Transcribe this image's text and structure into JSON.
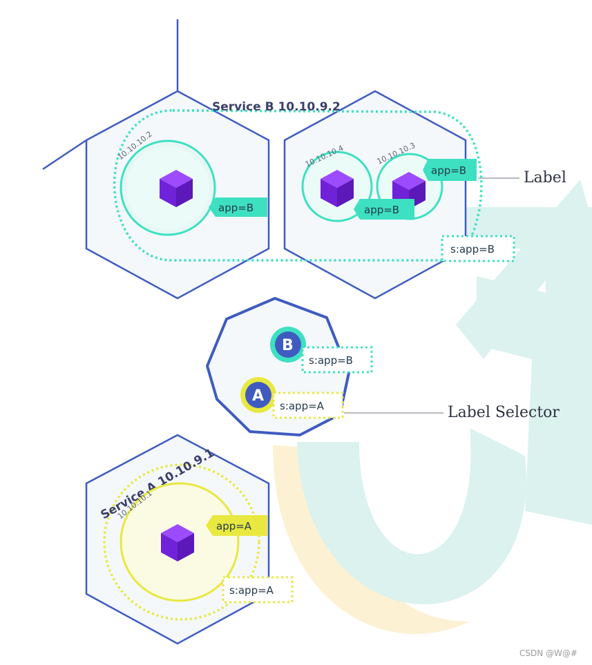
{
  "service_b": {
    "title": "Service B 10.10.9.2",
    "pod_ips": [
      "10.10.10.2",
      "10.10.10.4",
      "10.10.10.3"
    ],
    "pod_labels": [
      "app=B",
      "app=B",
      "app=B"
    ],
    "selector": "s:app=B"
  },
  "service_a": {
    "title": "Service A 10.10.9.1",
    "pod_ip": "10.10.10.1",
    "pod_label": "app=A",
    "selector": "s:app=A"
  },
  "control": {
    "selector_b_letter": "B",
    "selector_b": "s:app=B",
    "selector_a_letter": "A",
    "selector_a": "s:app=A"
  },
  "callouts": {
    "label": "Label",
    "label_selector": "Label Selector"
  },
  "watermark": "CSDN @W@#",
  "colors": {
    "node_border": "#3f5bbf",
    "service_b": "#3ee0c2",
    "service_a": "#e8e840",
    "pod_cube": "#7b2cf0",
    "watermark_teal": "#bfe9e2",
    "watermark_yellow": "#fbe6b0"
  }
}
